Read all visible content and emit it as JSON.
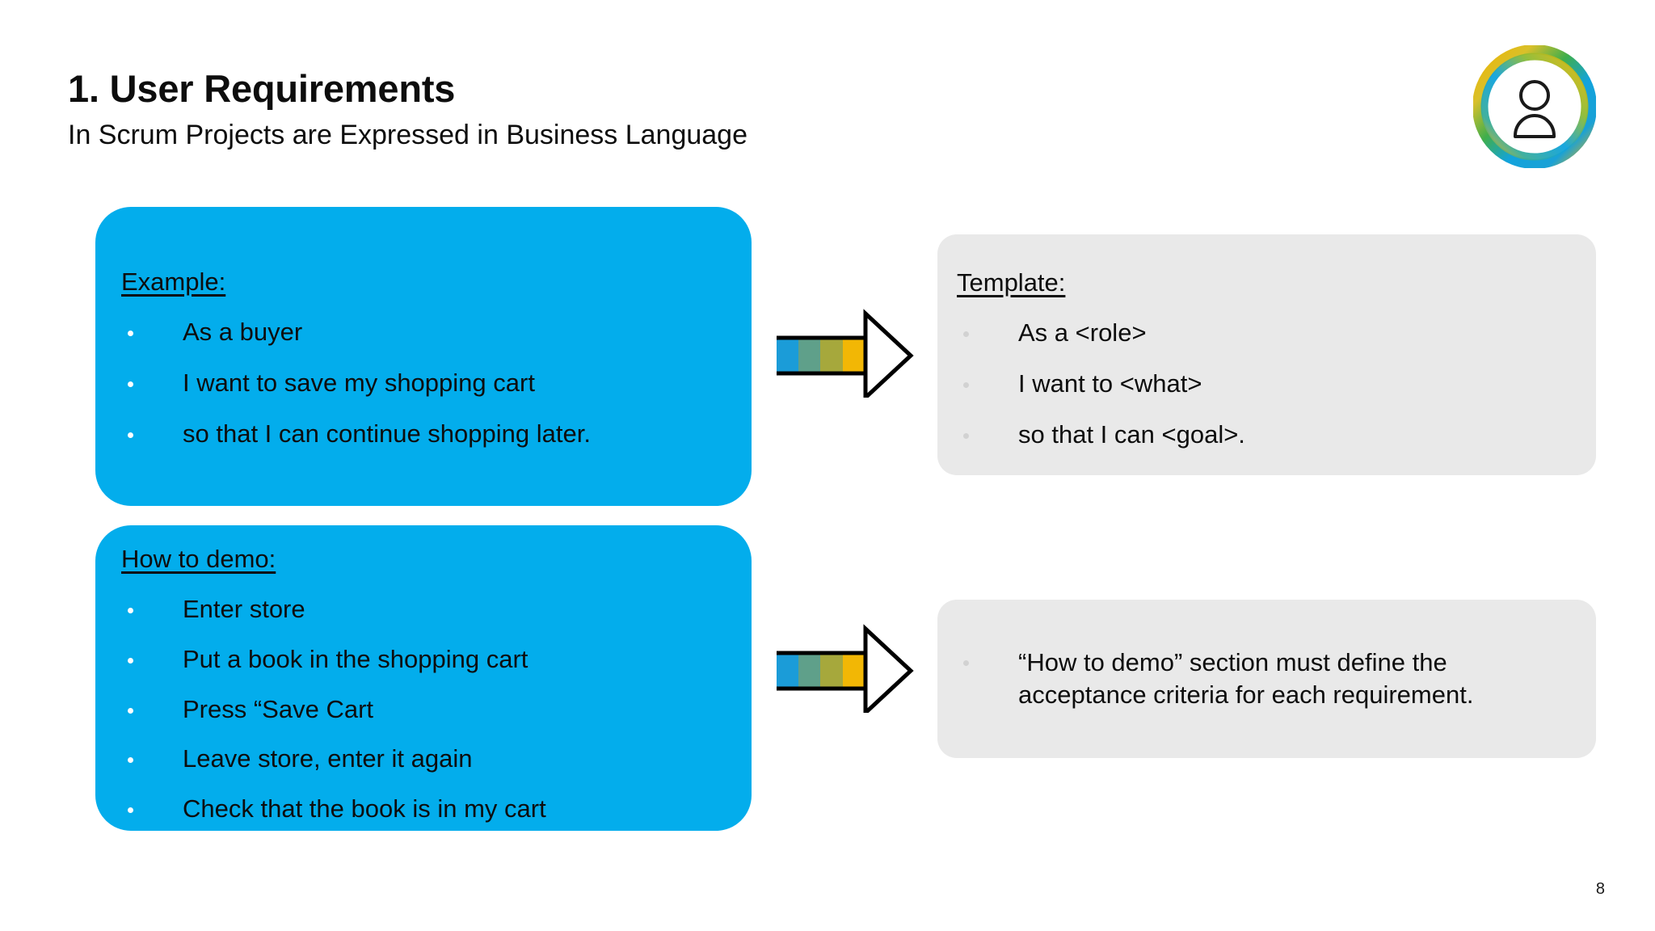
{
  "slide": {
    "title": "1. User Requirements",
    "subtitle": "In Scrum Projects are Expressed in Business Language",
    "page_number": "8",
    "background_color": "#ffffff"
  },
  "logo": {
    "name": "user-avatar-badge",
    "ring_colors": [
      "#F5B800",
      "#E8C12A",
      "#3BAE4E",
      "#1BA0D8",
      "#00A3E0"
    ],
    "inner_color": "#ffffff",
    "figure_color": "#1a1a1a"
  },
  "colors": {
    "blue_card": "#03ADEC",
    "gray_card": "#E9E9E9",
    "text": "#0d0d0d",
    "white_bullet": "#ffffff",
    "gray_bullet": "#D2D2D2"
  },
  "cards": {
    "example": {
      "heading": "Example:",
      "items": [
        "As a buyer",
        "I want to save my shopping cart",
        "so that I can continue shopping later."
      ]
    },
    "template": {
      "heading": "Template:",
      "items": [
        "As a <role>",
        "I want to <what>",
        "so that I can <goal>."
      ]
    },
    "how_to_demo": {
      "heading": "How to demo:",
      "items": [
        "Enter store",
        "Put a book in the shopping cart",
        "Press “Save Cart",
        "Leave store, enter it again",
        "Check that the book is in my cart"
      ]
    },
    "acceptance": {
      "heading": "",
      "items": [
        "“How to demo” section must define the acceptance criteria for each requirement."
      ]
    }
  },
  "arrows": {
    "top": {
      "name": "arrow-example-to-template",
      "stripe_colors": [
        "#1B9CD8",
        "#5FA08A",
        "#A6A83C",
        "#F2B705"
      ],
      "head_fill": "#ffffff",
      "outline": "#000000"
    },
    "bottom": {
      "name": "arrow-demo-to-acceptance",
      "stripe_colors": [
        "#1B9CD8",
        "#5FA08A",
        "#A6A83C",
        "#F2B705"
      ],
      "head_fill": "#ffffff",
      "outline": "#000000"
    }
  }
}
